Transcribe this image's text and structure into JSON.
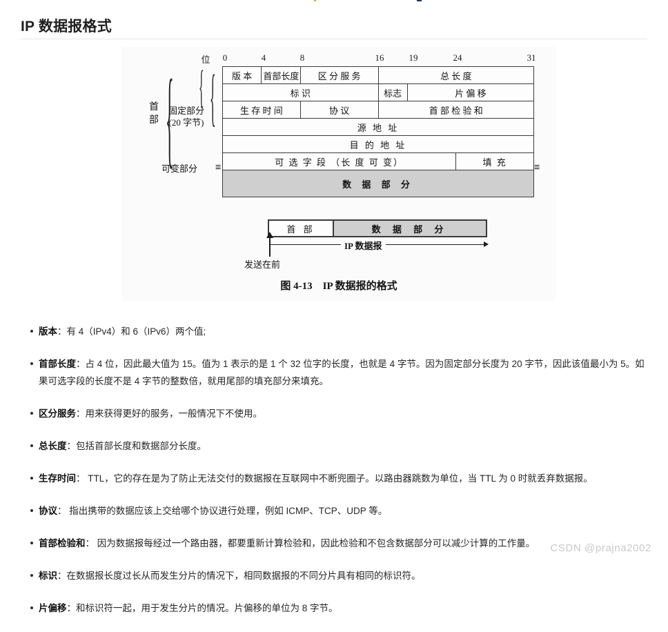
{
  "page": {
    "title": "IP 数据报格式",
    "watermark": "CSDN @prajna2002"
  },
  "figure": {
    "bit_axis_label": "位",
    "bit_ticks": [
      "0",
      "4",
      "8",
      "16",
      "19",
      "24",
      "31"
    ],
    "side_labels": {
      "header_brace": "首部",
      "fixed_part": "固定部分",
      "fixed_part_size": "(20 字节)",
      "variable_part": "可变部分"
    },
    "rows": [
      {
        "cells": [
          "版 本",
          "首部长度",
          "区 分 服 务",
          "总 长 度"
        ]
      },
      {
        "cells": [
          "标 识",
          "标志",
          "片 偏 移"
        ]
      },
      {
        "cells": [
          "生 存 时 间",
          "协 议",
          "首 部 检 验 和"
        ]
      },
      {
        "cells": [
          "源 地 址"
        ]
      },
      {
        "cells": [
          "目 的 地 址"
        ]
      },
      {
        "cells": [
          "可 选 字 段 （长 度 可 变）",
          "填 充"
        ]
      },
      {
        "cells": [
          "数 据 部 分"
        ]
      }
    ],
    "lower_bar": {
      "header_segment": "首 部",
      "data_segment": "数 据 部 分",
      "span_label": "IP 数据报",
      "send_first_label": "发送在前"
    },
    "caption": "图 4-13　IP 数据报的格式"
  },
  "bullets": [
    {
      "term": "版本",
      "separator": "：",
      "text": "有 4（IPv4）和 6（IPv6）两个值;"
    },
    {
      "term": "首部长度",
      "separator": "：",
      "text": "占 4 位，因此最大值为 15。值为 1 表示的是 1 个 32 位字的长度，也就是 4 字节。因为固定部分长度为 20 字节，因此该值最小为 5。如果可选字段的长度不是 4 字节的整数倍，就用尾部的填充部分来填充。"
    },
    {
      "term": "区分服务",
      "separator": "：",
      "text": "用来获得更好的服务，一般情况下不使用。"
    },
    {
      "term": "总长度",
      "separator": "：",
      "text": "包括首部长度和数据部分长度。"
    },
    {
      "term": "生存时间",
      "separator": "：",
      "text": " TTL，它的存在是为了防止无法交付的数据报在互联网中不断兜圈子。以路由器跳数为单位，当 TTL 为 0 时就丢弃数据报。"
    },
    {
      "term": "协议",
      "separator": "：",
      "text": " 指出携带的数据应该上交给哪个协议进行处理，例如 ICMP、TCP、UDP 等。"
    },
    {
      "term": "首部检验和",
      "separator": "：",
      "text": " 因为数据报每经过一个路由器，都要重新计算检验和，因此检验和不包含数据部分可以减少计算的工作量。"
    },
    {
      "term": "标识",
      "separator": "：",
      "text": "在数据报长度过长从而发生分片的情况下，相同数据报的不同分片具有相同的标识符。"
    },
    {
      "term": "片偏移",
      "separator": "：",
      "text": "和标识符一起，用于发生分片的情况。片偏移的单位为 8 字节。"
    }
  ]
}
